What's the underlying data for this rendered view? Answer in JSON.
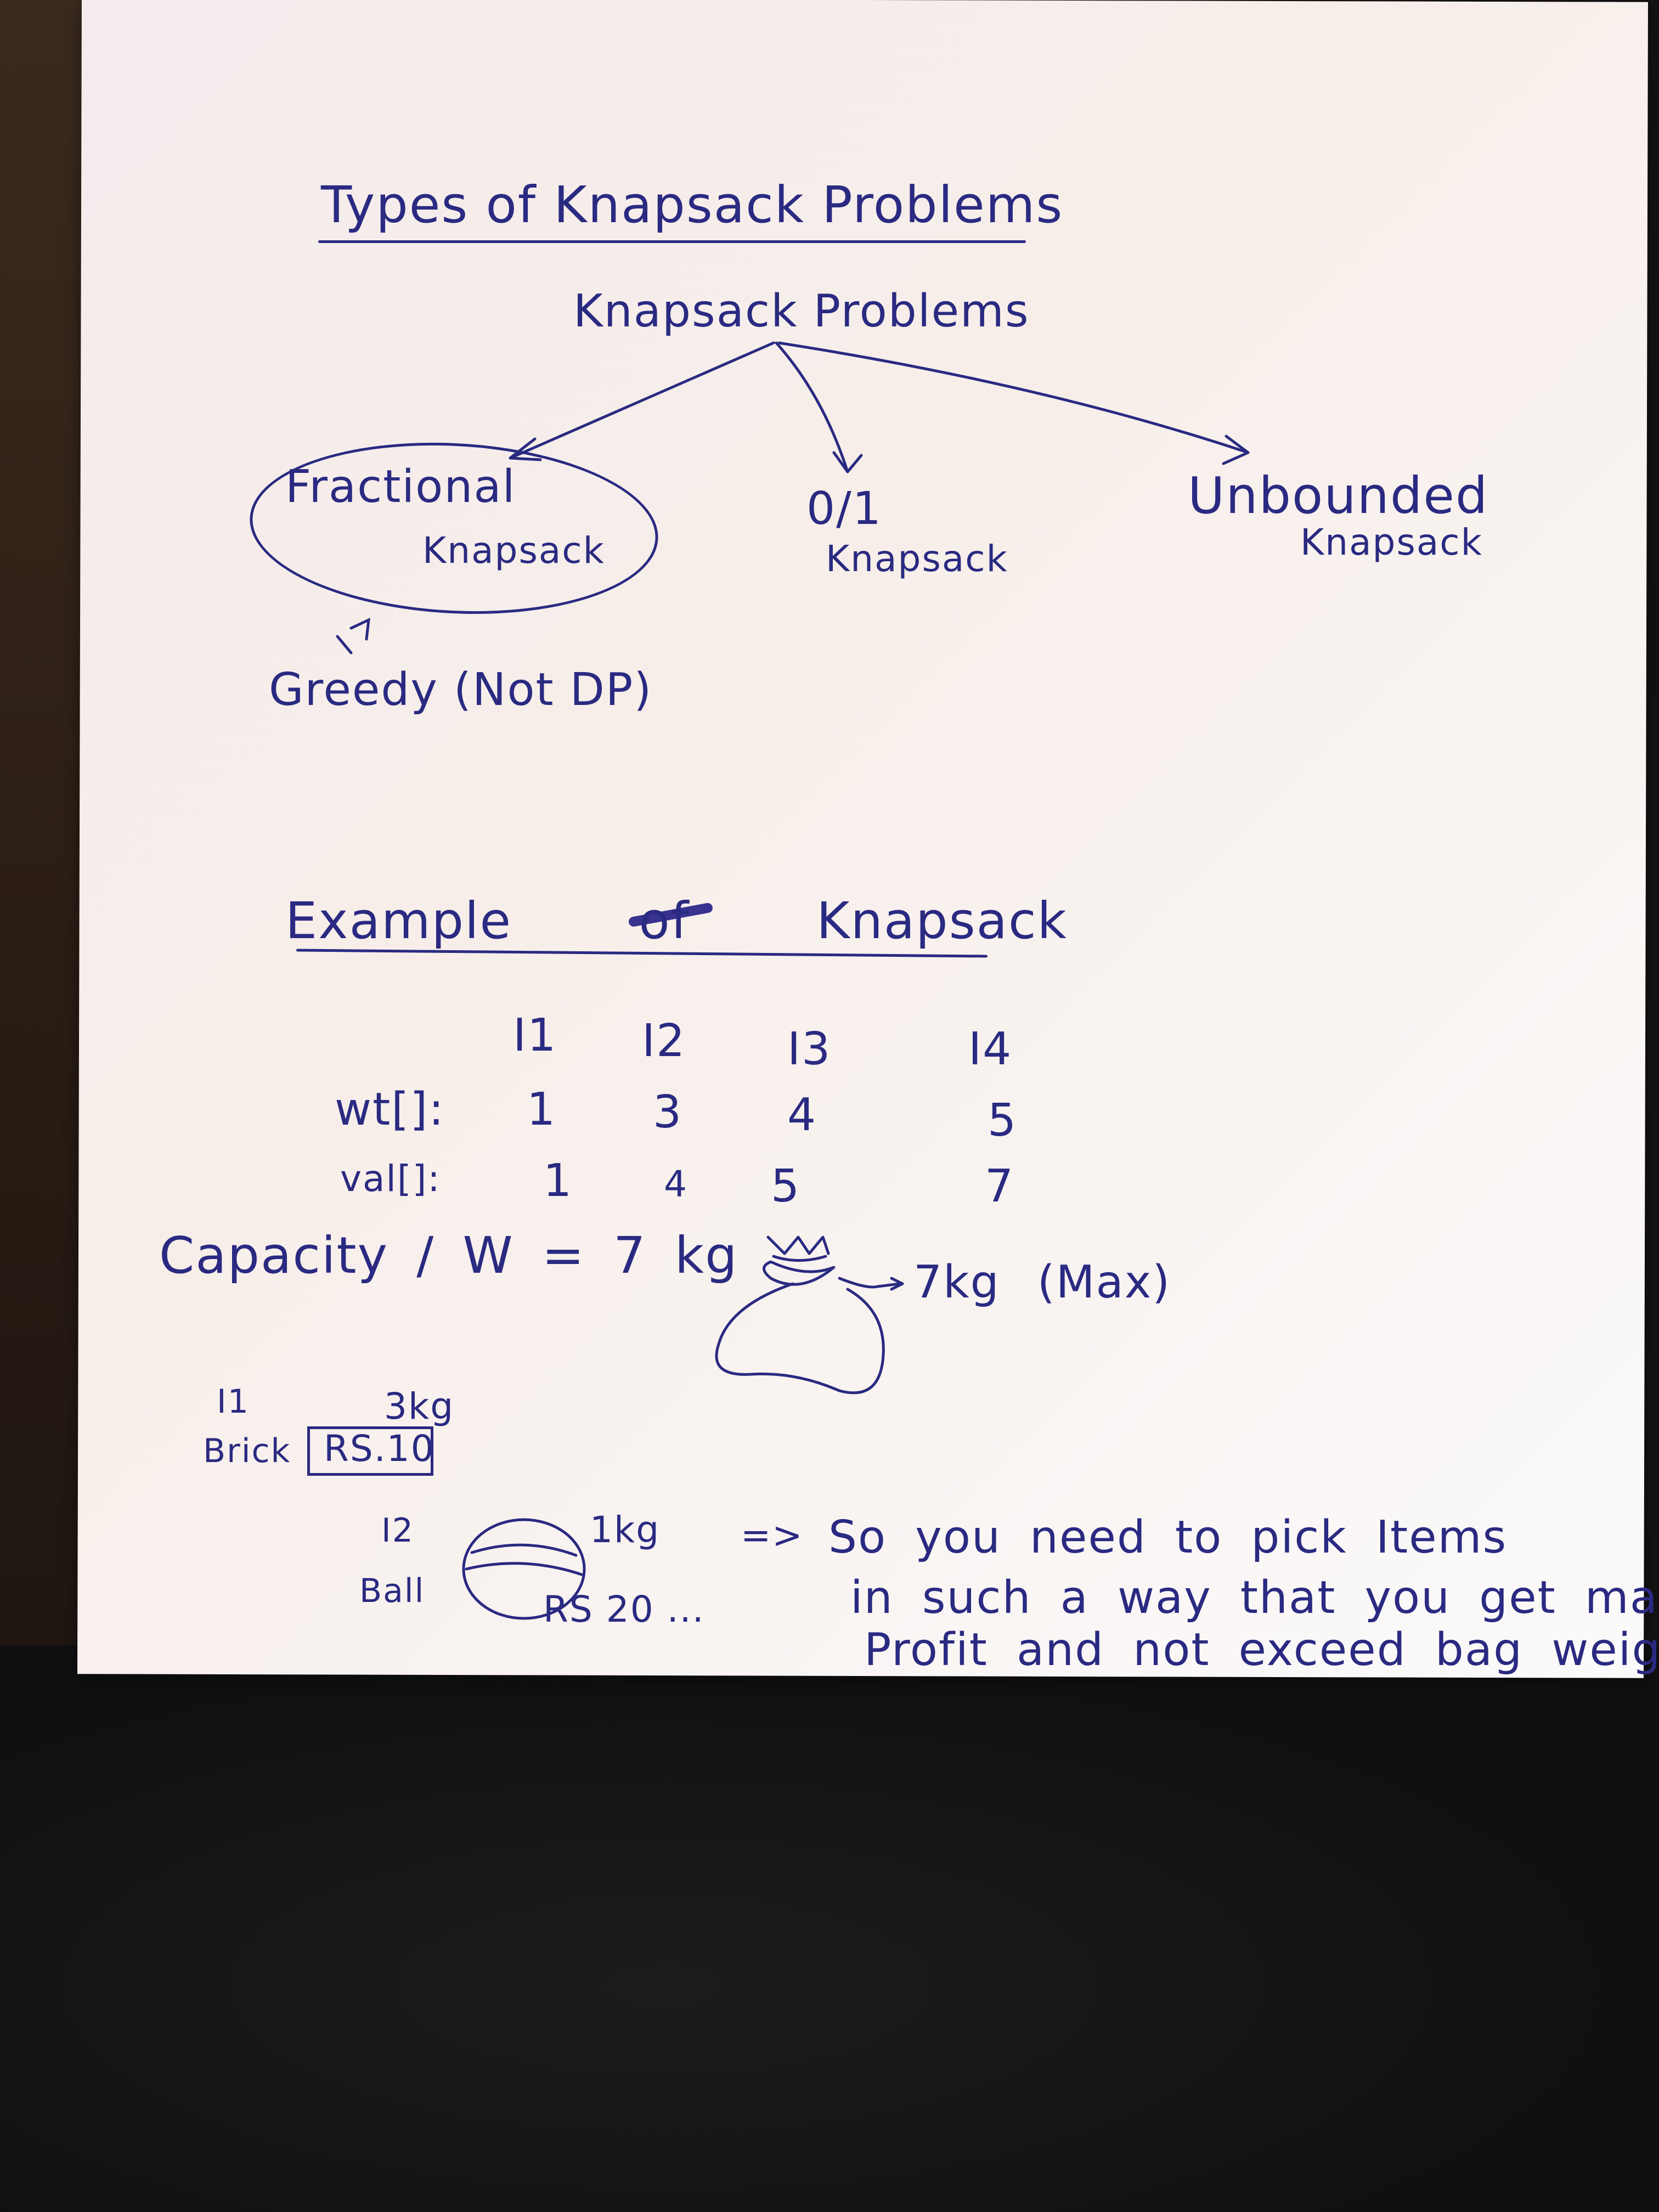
{
  "notes": {
    "title": "Types of Knapsack Problems",
    "root": "Knapsack Problems",
    "branches": {
      "fractional_line1": "Fractional",
      "fractional_line2": "Knapsack",
      "zero_one_line1": "0/1",
      "zero_one_line2": "Knapsack",
      "unbounded_line1": "Unbounded",
      "unbounded_line2": "Knapsack"
    },
    "greedy_note": "Greedy (Not DP)",
    "example_title": "Example of Knapsack",
    "table": {
      "items": [
        "I1",
        "I2",
        "I3",
        "I4"
      ],
      "wt_label": "wt[]:",
      "wt": [
        "1",
        "3",
        "4",
        "5"
      ],
      "val_label": "val[]:",
      "val": [
        "1",
        "4",
        "5",
        "7"
      ]
    },
    "capacity": "Capacity / W = 7 kg",
    "bag_capacity": "7kg (Max)",
    "brick": {
      "id": "I1",
      "name": "Brick",
      "weight": "3kg",
      "price": "RS.10"
    },
    "ball": {
      "id": "I2",
      "name": "Ball",
      "weight": "1kg",
      "price": "RS 20 ..."
    },
    "conclusion_arrow": "=>",
    "conclusion_line1": "So you need to pick Items",
    "conclusion_line2": "in such a way that you get max",
    "conclusion_line3": "Profit and not exceed bag weight",
    "ink_color": "#2a2a82"
  }
}
